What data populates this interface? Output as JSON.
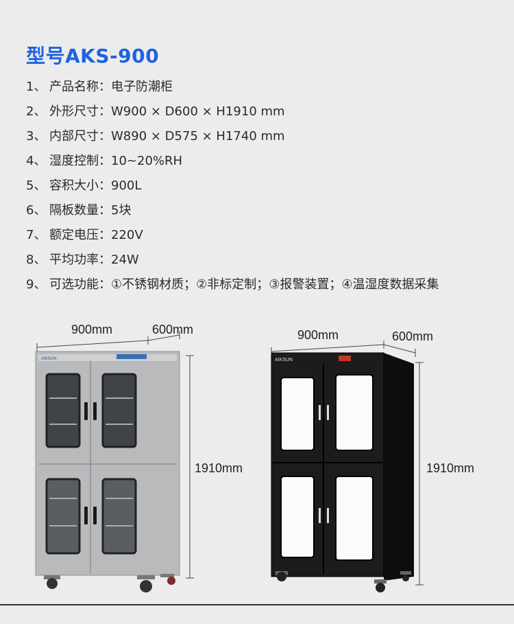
{
  "model_title": "型号AKS-900",
  "specs": [
    {
      "num": "1、",
      "label": "产品名称：",
      "value": "电子防潮柜"
    },
    {
      "num": "2、",
      "label": "外形尺寸：",
      "value": "W900 × D600 × H1910 mm"
    },
    {
      "num": "3、",
      "label": "内部尺寸：",
      "value": "W890 × D575 × H1740 mm"
    },
    {
      "num": "4、",
      "label": "湿度控制：",
      "value": "10~20%RH"
    },
    {
      "num": "5、",
      "label": "容积大小：",
      "value": "900L"
    },
    {
      "num": "6、",
      "label": "隔板数量：",
      "value": "5块"
    },
    {
      "num": "7、",
      "label": "额定电压：",
      "value": "220V"
    },
    {
      "num": "8、",
      "label": "平均功率：",
      "value": "24W"
    },
    {
      "num": "9、",
      "label": "可选功能：",
      "value": "①不锈钢材质；②非标定制；③报警装置；④温湿度数据采集"
    }
  ],
  "cabinets": [
    {
      "name": "stainless-cabinet",
      "width_label": "900mm",
      "depth_label": "600mm",
      "height_label": "1910mm",
      "brand": "AIKSUN",
      "body_color": "#b9babc",
      "frame_color": "#9fa1a4",
      "panel_color": "#e7e7e9"
    },
    {
      "name": "black-cabinet",
      "width_label": "900mm",
      "depth_label": "600mm",
      "height_label": "1910mm",
      "brand": "AIKSUN",
      "body_color": "#1c1c1c",
      "frame_color": "#0e0e0e",
      "panel_color": "#fbfbfb"
    }
  ]
}
